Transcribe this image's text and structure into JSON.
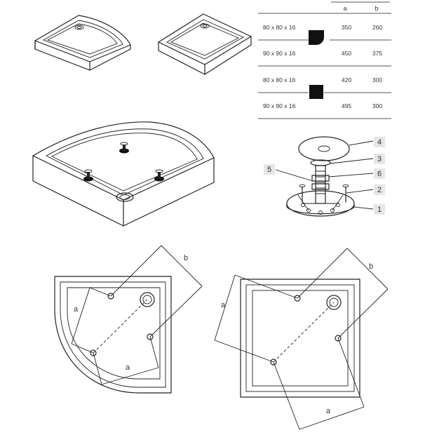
{
  "table": {
    "col_a": "a",
    "col_b": "b",
    "rows": [
      {
        "size": "80 x 80 x 16",
        "a": "350",
        "b": "260",
        "shape": "quadrant"
      },
      {
        "size": "90 x 90 x 16",
        "a": "450",
        "b": "375",
        "shape": "quadrant"
      },
      {
        "size": "80 x 80 x 16",
        "a": "420",
        "b": "300",
        "shape": "square"
      },
      {
        "size": "90 x 90 x 16",
        "a": "495",
        "b": "300",
        "shape": "square"
      }
    ]
  },
  "parts": [
    "1",
    "2",
    "3",
    "4",
    "5",
    "6"
  ],
  "dims": {
    "quadrant_a1": "a",
    "quadrant_a2": "a",
    "quadrant_b": "b",
    "square_a1": "a",
    "square_a2": "a",
    "square_b": "b"
  }
}
